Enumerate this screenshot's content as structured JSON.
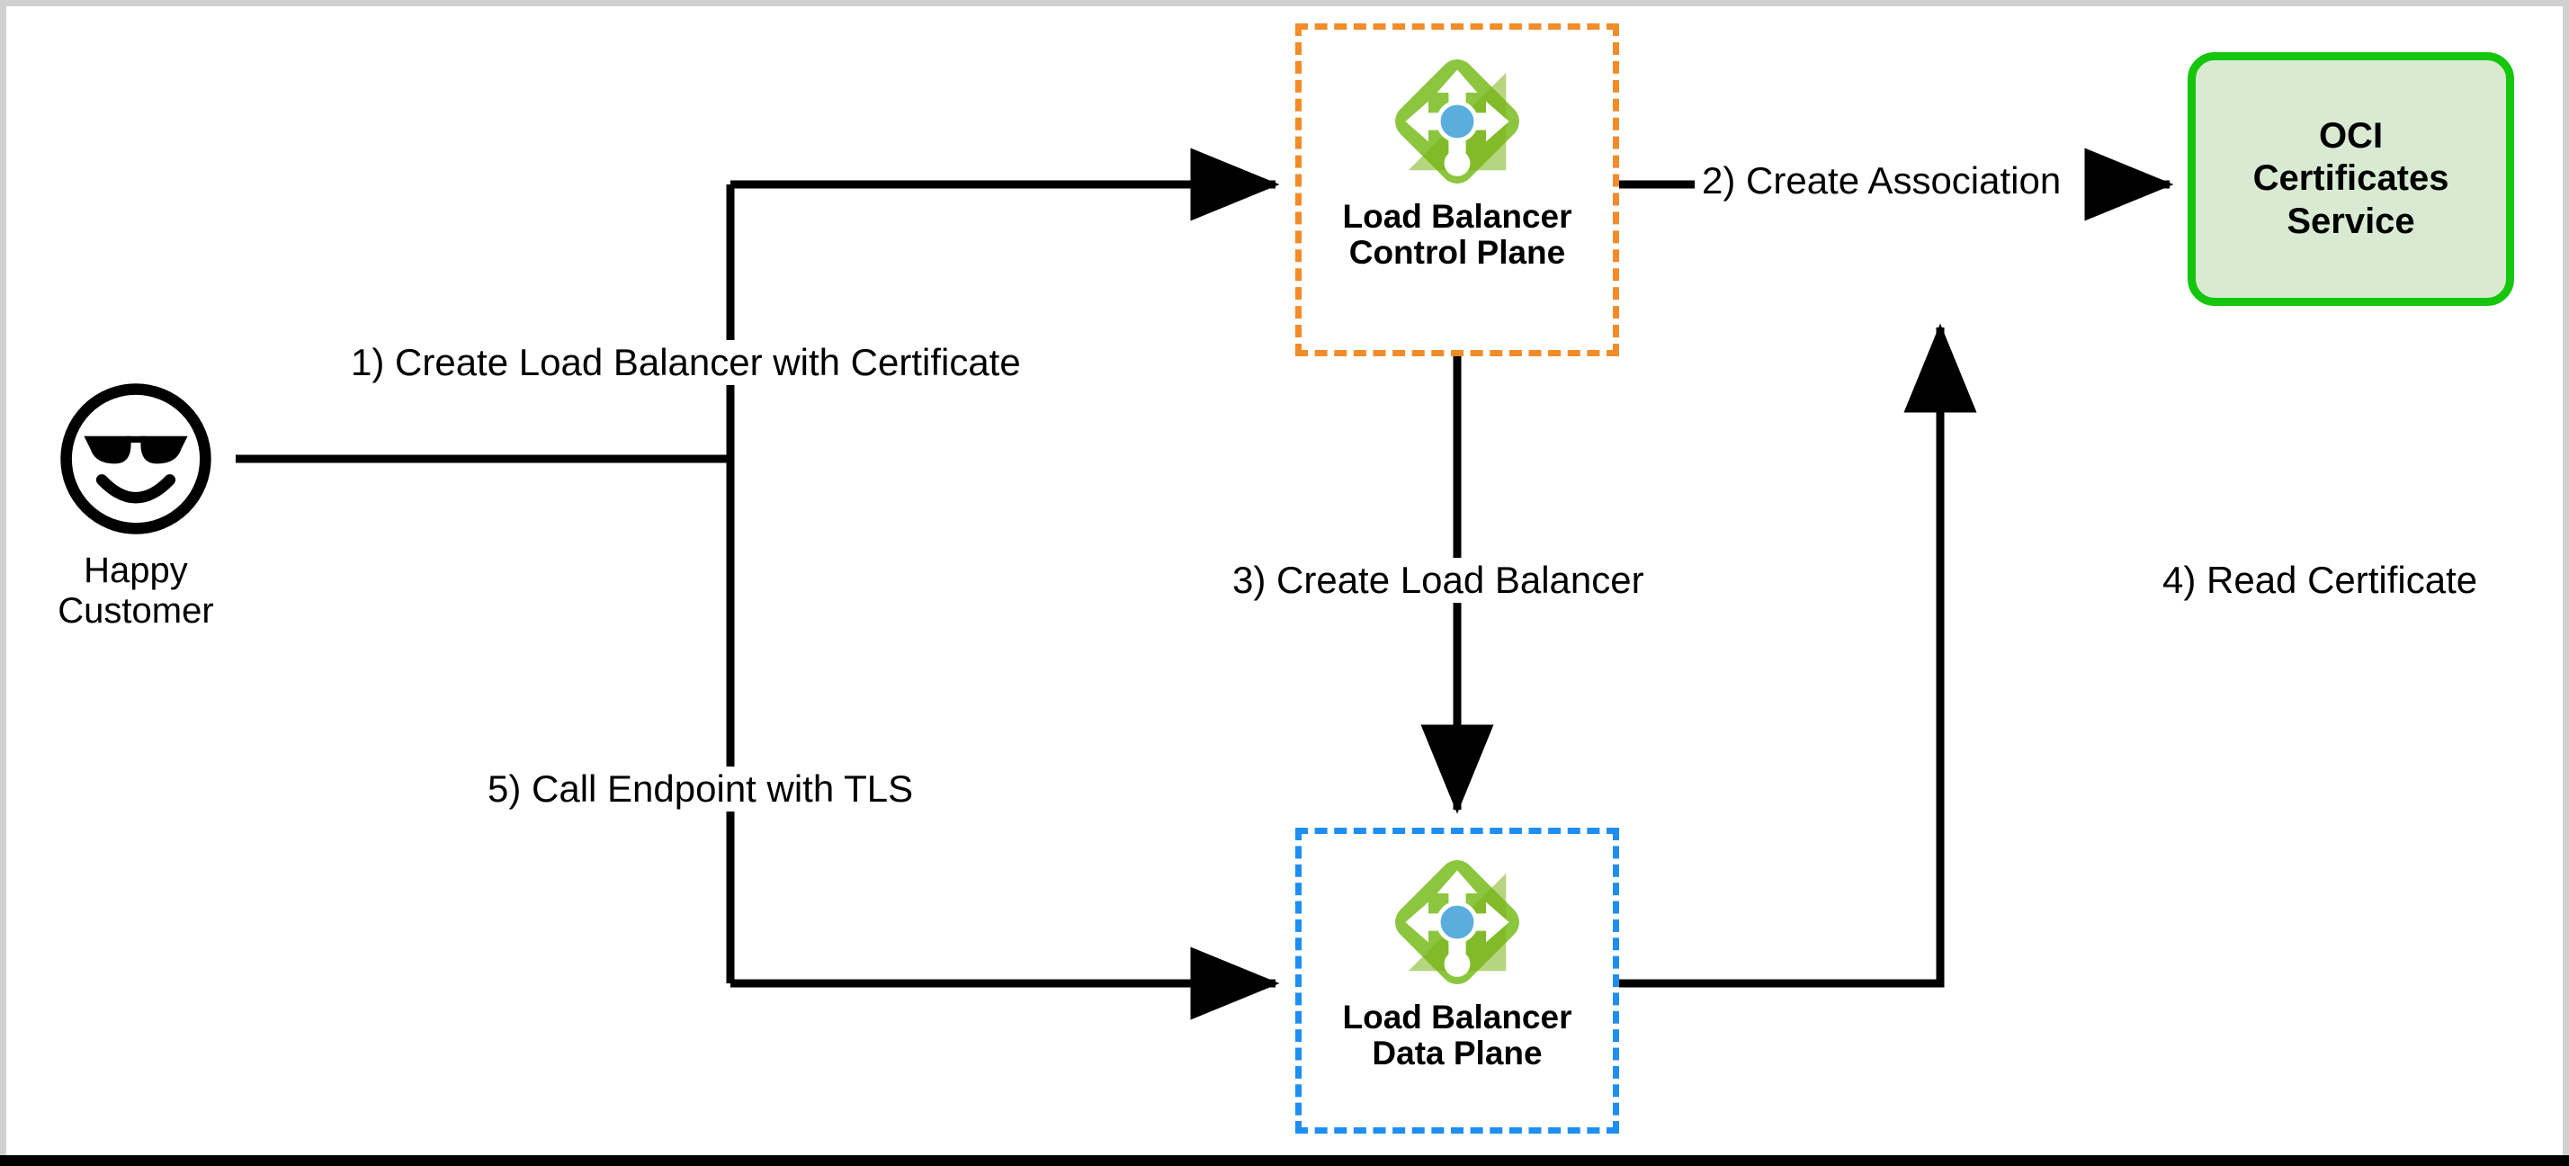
{
  "diagram": {
    "title": "OCI Load Balancer with Certificates Service flow",
    "colors": {
      "control_plane_border": "#f28c28",
      "data_plane_border": "#1f8ef1",
      "certificates_border": "#16c60c",
      "certificates_fill": "#d9ead3",
      "connector": "#000000",
      "icon_green_light": "#8cc63f",
      "icon_green_dark": "#7ab317",
      "icon_blue": "#5aaede",
      "page_frame": "#d0d0d0"
    },
    "actors": {
      "customer": {
        "label": "Happy\nCustomer",
        "icon": "smiley-sunglasses-icon"
      }
    },
    "nodes": [
      {
        "id": "lb-control-plane",
        "label": "Load Balancer\nControl Plane",
        "icon": "load-balancer-icon",
        "border_style": "dashed",
        "border_color": "#f28c28"
      },
      {
        "id": "lb-data-plane",
        "label": "Load Balancer\nData Plane",
        "icon": "load-balancer-icon",
        "border_style": "dashed",
        "border_color": "#1f8ef1"
      },
      {
        "id": "oci-certificates-service",
        "label": "OCI\nCertificates\nService",
        "icon": null,
        "border_style": "solid",
        "border_color": "#16c60c"
      }
    ],
    "edges": [
      {
        "id": "edge-1",
        "label": "1) Create Load Balancer with Certificate",
        "from": "customer",
        "to": "lb-control-plane"
      },
      {
        "id": "edge-2",
        "label": "2) Create Association",
        "from": "lb-control-plane",
        "to": "oci-certificates-service"
      },
      {
        "id": "edge-3",
        "label": "3) Create Load Balancer",
        "from": "lb-control-plane",
        "to": "lb-data-plane"
      },
      {
        "id": "edge-4",
        "label": "4) Read Certificate",
        "from": "lb-data-plane",
        "to": "oci-certificates-service"
      },
      {
        "id": "edge-5",
        "label": "5) Call Endpoint with TLS",
        "from": "customer",
        "to": "lb-data-plane"
      }
    ]
  }
}
